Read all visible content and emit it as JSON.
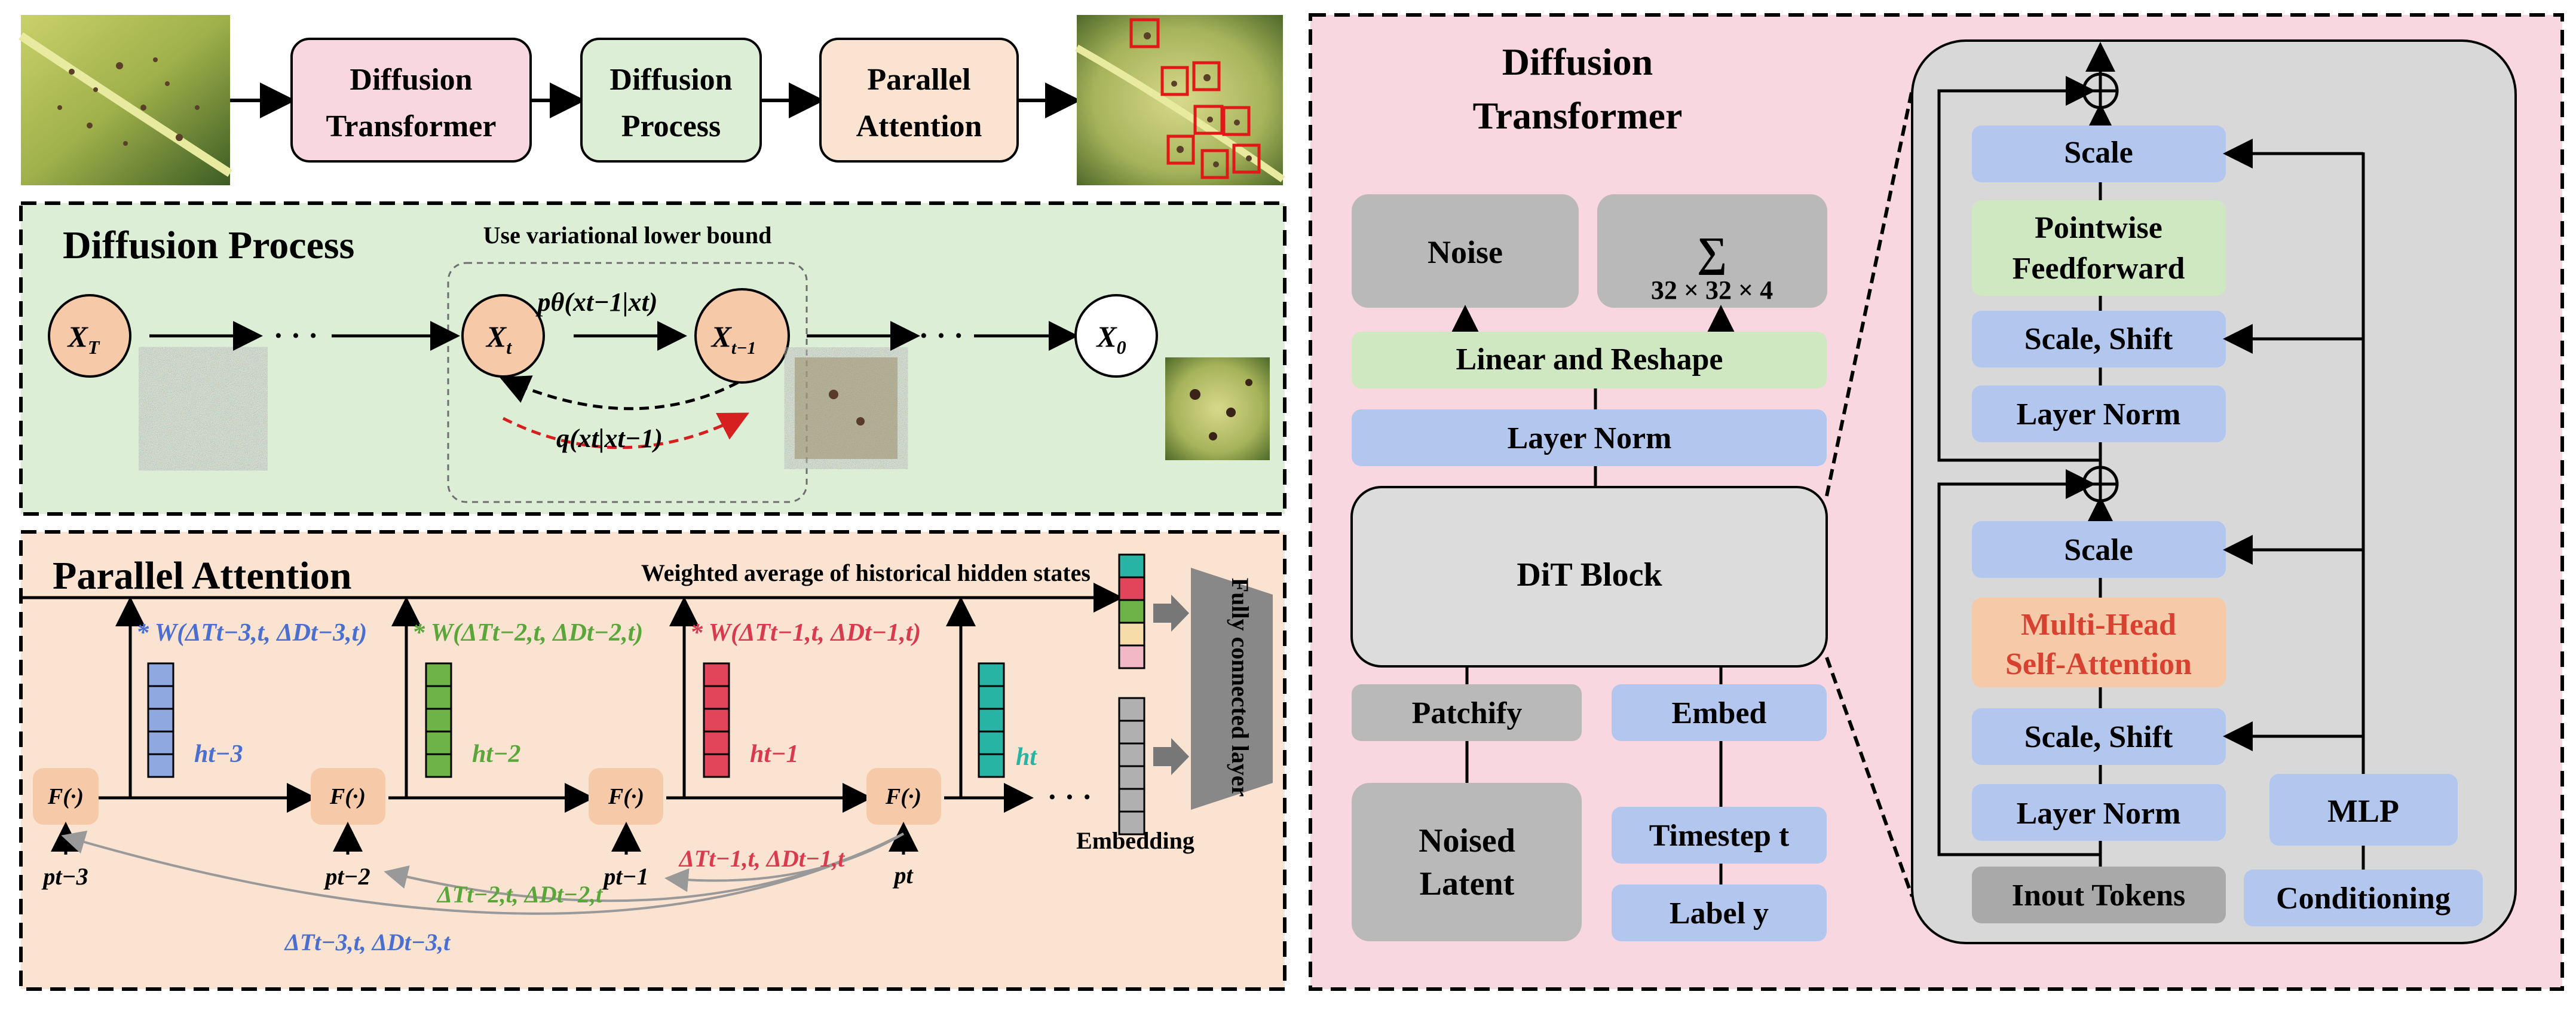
{
  "top_flow": {
    "boxes": [
      "Diffusion\nTransformer",
      "Diffusion\nProcess",
      "Parallel\nAttention"
    ],
    "colors": {
      "transformer": "#f8d7e0",
      "process": "#dcefd6",
      "attention": "#fbe3d2"
    }
  },
  "diffusion_process": {
    "title": "Diffusion Process",
    "caption": "Use variational lower bound",
    "nodes": {
      "xT": "X",
      "xT_sub": "T",
      "xt": "X",
      "xt_sub": "t",
      "xt1": "X",
      "xt1_sub": "t−1",
      "x0": "X",
      "x0_sub": "0"
    },
    "ellipsis": "· · ·",
    "reverse_label": "pθ(xt−1|xt)",
    "forward_label": "q(xt|xt−1)"
  },
  "parallel_attention": {
    "title": "Parallel Attention",
    "top_label": "Weighted average of historical hidden states",
    "f_label": "F(·)",
    "p_labels": [
      "pt−3",
      "pt−2",
      "pt−1",
      "pt"
    ],
    "weights": [
      "* W(ΔTt−3,t, ΔDt−3,t)",
      "* W(ΔTt−2,t, ΔDt−2,t)",
      "* W(ΔTt−1,t, ΔDt−1,t)"
    ],
    "hidden": [
      "ht−3",
      "ht−2",
      "ht−1",
      "ht"
    ],
    "deltas": [
      "ΔTt−1,t, ΔDt−1,t",
      "ΔTt−2,t, ΔDt−2,t",
      "ΔTt−3,t, ΔDt−3,t"
    ],
    "embedding": "Embedding",
    "fc": "Fully connected layer",
    "ellipsis": "· · ·",
    "colors": {
      "blue": "#8fa9e0",
      "green": "#6db347",
      "red": "#e0455a",
      "teal": "#27b4a5"
    }
  },
  "dit": {
    "title": "Diffusion\nTransformer",
    "noise": "Noise",
    "sigma": "∑",
    "sigma_sub": "32 × 32 × 4",
    "linear": "Linear and Reshape",
    "layer_norm": "Layer Norm",
    "block": "DiT Block",
    "patchify": "Patchify",
    "embed": "Embed",
    "noised_latent": "Noised\nLatent",
    "timestep": "Timestep t",
    "label": "Label y",
    "block_detail": {
      "scale": "Scale",
      "pointwise": "Pointwise\nFeedforward",
      "scale_shift": "Scale, Shift",
      "layer_norm": "Layer Norm",
      "mhsa": "Multi-Head\nSelf-Attention",
      "input_tokens": "Inout Tokens",
      "mlp": "MLP",
      "conditioning": "Conditioning"
    }
  }
}
